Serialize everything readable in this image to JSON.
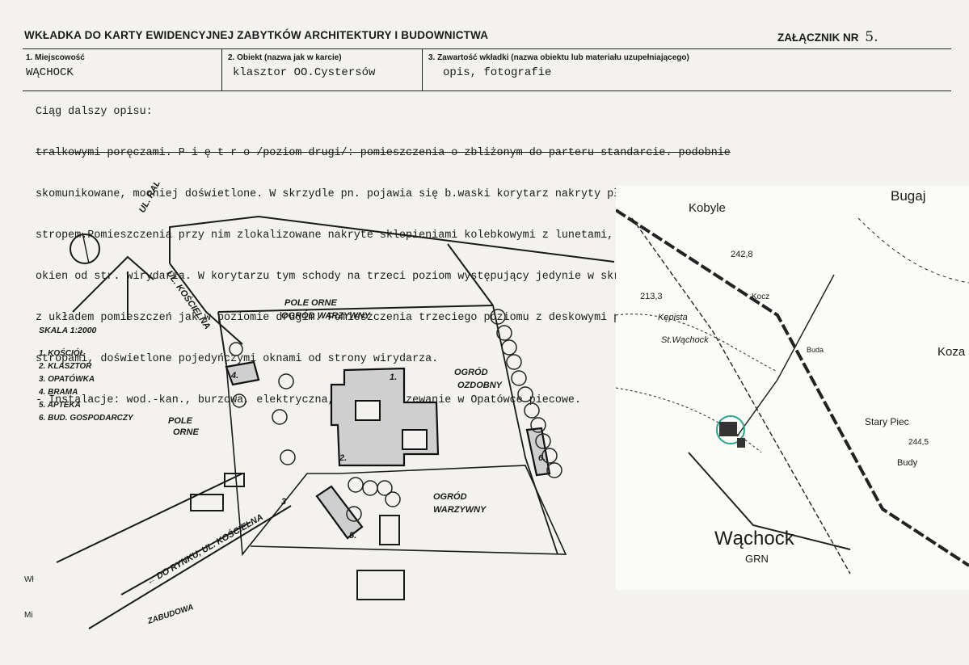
{
  "header": {
    "title": "WKŁADKA DO KARTY EWIDENCYJNEJ ZABYTKÓW ARCHITEKTURY I BUDOWNICTWA",
    "attachment_label": "ZAŁĄCZNIK NR",
    "attachment_number": "5."
  },
  "fields": {
    "place_label": "1. Miejscowość",
    "place_value": "WĄCHOCK",
    "object_label": "2. Obiekt (nazwa jak w karcie)",
    "object_value": "klasztor OO.Cystersów",
    "content_label": "3. Zawartość wkładki (nazwa obiektu lub materiału uzupełniającego)",
    "content_value": "opis, fotografie"
  },
  "body": {
    "lines": [
      "Ciąg dalszy opisu:",
      "tralkowymi poręczami. P i ę t r o /poziom drugi/: pomieszczenia o zbliżonym do parteru standarcie. podobnie",
      "skomunikowane, mocniej doświetlone. W skrzydle pn. pojawia się b.waski korytarz nakryty płaskim",
      "stropem.Pomieszczenia przy nim zlokalizowane nakryte sklepieniami kolebkowymi z lunetami, doświetlone parami",
      "okien od str. wirydarza. W korytarzu tym schody na trzeci poziom występujący jedynie w skrzydle pn.,",
      "z układem pomieszczeń jak w poziomie drugim. Pomieszczenia trzeciego poziomu z deskowymi podłogami, płaskimi",
      "stropami, doświetlone pojedyńczymi oknami od strony wirydarza.",
      "- Instalacje: wod.-kan., burzowa, elektryczna, c.-o., ogrzewanie w Opatówce piecowe."
    ]
  },
  "plan": {
    "scale": "SKALA 1:2000",
    "legend": [
      "1. KOŚCIÓŁ",
      "2. KLASZTOR",
      "3. OPATÓWKA",
      "4. BRAMA",
      "5. APTEKA",
      "6. BUD. GOSPODARCZY"
    ],
    "street_radomska": "UL. RADOMSKA",
    "street_koscielna": "UL. KOŚCIELNA",
    "street_rynek": "← DO RYNKU, UL. KOŚCIELNA",
    "field_north_1": "POLE ORNE",
    "garden_north": "OGRÓD WARZYWNY",
    "field_west_1": "POLE",
    "field_west_2": "ORNE",
    "garden_ornamental_1": "OGRÓD",
    "garden_ornamental_2": "OZDOBNY",
    "garden_south_1": "OGRÓD",
    "garden_south_2": "WARZYWNY",
    "buildings_label": "ZABUDOWA",
    "num_1": "1.",
    "num_2": "2.",
    "num_3": "3",
    "num_4": "4.",
    "num_5": "5.",
    "num_6": "6."
  },
  "map": {
    "bugaj": "Bugaj",
    "kobyle": "Kobyle",
    "height_1": "242,8",
    "height_2": "213,3",
    "kepista": "Kępista",
    "st_wachock": "St.Wąchock",
    "koc": "Kocz",
    "koza": "Koza",
    "buda": "Buda",
    "stary_piec": "Stary Piec",
    "height_3": "244,5",
    "budy": "Budy",
    "wachock": "Wąchock",
    "grn": "GRN"
  },
  "edge": {
    "label_1": "Wł",
    "label_2": "Mi"
  }
}
